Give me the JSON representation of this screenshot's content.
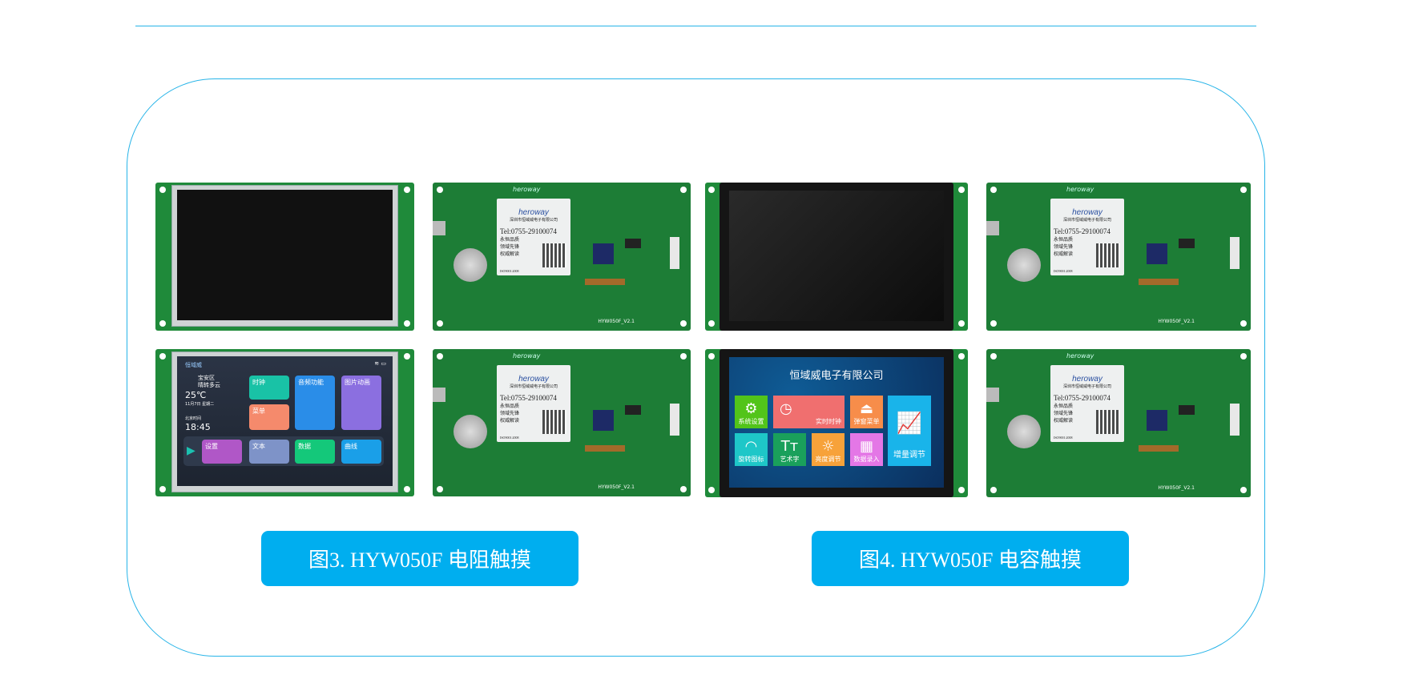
{
  "captions": {
    "resistive": "图3. HYW050F 电阻触摸",
    "capacitive": "图4. HYW050F 电容触摸"
  },
  "board": {
    "silk_brand": "heroway",
    "label_logo": "heroway",
    "company": "深圳市恒域威电子有限公司",
    "tel": "Tel:0755-29100074",
    "slogan": [
      "永恒品质",
      "领域先锋",
      "权威解读"
    ],
    "iso": "ISO9001:2008",
    "version": "HYW050F_V2.1"
  },
  "resistive_ui": {
    "brand": "恒域威",
    "district": "宝安区",
    "weather": "晴转多云",
    "temp": "25℃",
    "date": "11月7日  星期二",
    "time_label": "北京时间",
    "time": "18:45",
    "tiles": [
      "时钟",
      "菜单",
      "音频功能",
      "图片动画",
      "设置",
      "文本",
      "数据",
      "曲线"
    ]
  },
  "capacitive_ui": {
    "title": "恒域威电子有限公司",
    "tiles": [
      "系统设置",
      "实时时钟",
      "弹窗菜单",
      "增量调节",
      "旋转图标",
      "艺术字",
      "亮度调节",
      "数据录入"
    ]
  },
  "colors": {
    "accent": "#00aeef",
    "pcb": "#1f8a3a"
  }
}
